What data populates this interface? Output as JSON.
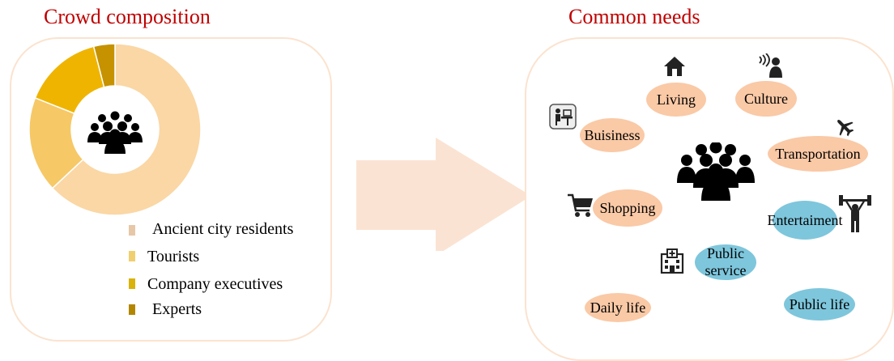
{
  "left_title": "Crowd composition",
  "right_title": "Common needs",
  "chart_data": {
    "type": "pie",
    "categories": [
      "Ancient city residents",
      "Tourists",
      "Company executives",
      "Experts"
    ],
    "values": [
      63,
      18,
      15,
      4
    ],
    "colors": [
      "#fad7a5",
      "#f6c866",
      "#efb400",
      "#c69200"
    ],
    "legend_position": "bottom-right"
  },
  "legend": [
    {
      "label": "Ancient city residents",
      "color": "#e6c7a8"
    },
    {
      "label": "Tourists",
      "color": "#f0cf6e"
    },
    {
      "label": "Company executives",
      "color": "#d9b20a"
    },
    {
      "label": "Experts",
      "color": "#b38600"
    }
  ],
  "needs": [
    {
      "id": "living",
      "label": "Living",
      "color": "orange",
      "icon": "house-icon"
    },
    {
      "id": "culture",
      "label": "Culture",
      "color": "orange",
      "icon": "speaker-person-icon"
    },
    {
      "id": "business",
      "label": "Buisiness",
      "color": "orange",
      "icon": "desk-worker-icon"
    },
    {
      "id": "transportation",
      "label": "Transportation",
      "color": "orange",
      "icon": "airplane-icon"
    },
    {
      "id": "shopping",
      "label": "Shopping",
      "color": "orange",
      "icon": "shopping-cart-icon"
    },
    {
      "id": "entertainment",
      "label": "Entertaiment",
      "color": "blue",
      "icon": "weightlifter-icon"
    },
    {
      "id": "public-service",
      "label": "Public\nservice",
      "color": "blue",
      "icon": "hospital-icon"
    },
    {
      "id": "daily-life",
      "label": "Daily life",
      "color": "orange",
      "icon": ""
    },
    {
      "id": "public-life",
      "label": "Public life",
      "color": "blue",
      "icon": ""
    }
  ],
  "center_icon": "crowd-icon"
}
